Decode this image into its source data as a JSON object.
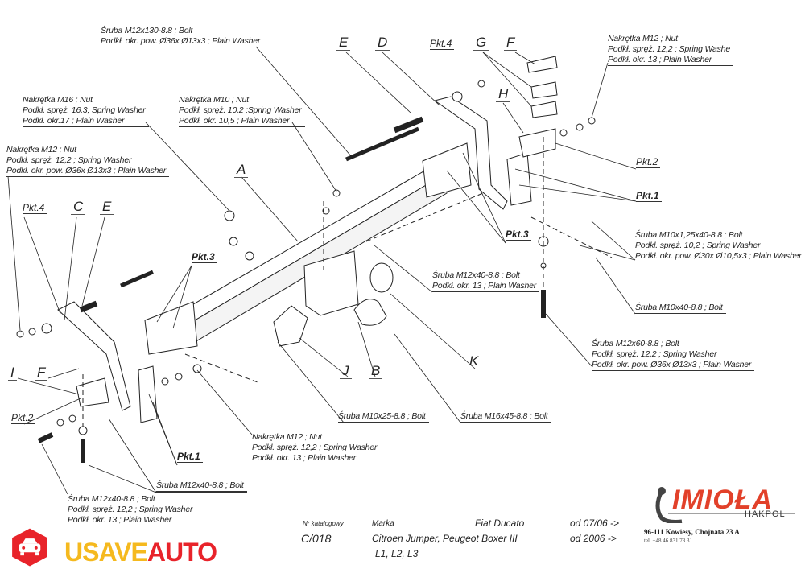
{
  "callouts": {
    "top_bolt": [
      "Śruba M12x130-8.8 ;  Bolt",
      "Podkł. okr. pow. Ø36x Ø13x3 ; Plain Washer"
    ],
    "nut_m16": [
      "Nakrętka  M16 ; Nut",
      "Podkł. spręż. 16,3; Spring Washer",
      "Podkł. okr.17 ; Plain Washer"
    ],
    "nut_m10": [
      "Nakrętka  M10 ; Nut",
      "Podkł. spręż. 10,2 ;Spring Washer",
      "Podkł. okr. 10,5 ; Plain Washer"
    ],
    "nut_m12_left": [
      "Nakrętka  M12 ; Nut",
      "Podkł. spręż. 12,2 ; Spring Washer",
      "Podkł. okr. pow.  Ø36x Ø13x3 ; Plain Washer"
    ],
    "nut_m12_right": [
      "Nakrętka  M12 ; Nut",
      "Podkł. spręż. 12,2 ; Spring Washe",
      "Podkł. okr. 13 ; Plain Washer"
    ],
    "bolt_m10x125": [
      "Śruba M10x1,25x40-8.8 ;  Bolt",
      "Podkł. spręż. 10,2 ; Spring Washer",
      "Podkł. okr. pow.  Ø30x Ø10,5x3 ; Plain Washer"
    ],
    "bolt_m10x40": [
      "Śruba M10x40-8.8 ;  Bolt"
    ],
    "bolt_m12x60": [
      "Śruba M12x60-8.8 ;  Bolt",
      "Podkł. spręż. 12,2 ; Spring Washer",
      "Podkł. okr. pow.  Ø36x Ø13x3 ; Plain Washer"
    ],
    "bolt_m12x40_center": [
      "Śruba M12x40-8.8 ;  Bolt",
      "Podkł. okr. 13 ; Plain Washer"
    ],
    "bolt_m10x25": [
      "Śruba M10x25-8.8 ;  Bolt"
    ],
    "bolt_m16x45": [
      "Śruba M16x45-8.8 ;  Bolt"
    ],
    "nut_m12_bottom": [
      "Nakrętka  M12 ; Nut",
      "Podkł. spręż. 12,2 ; Spring Washer",
      "Podkł. okr. 13 ; Plain Washer"
    ],
    "bolt_m12x40_bottom": [
      "Śruba M12x40-8.8 ;  Bolt"
    ],
    "bolt_m12x40_left": [
      "Śruba M12x40-8.8 ;  Bolt",
      "Podkł. spręż. 12,2 ; Spring Washer",
      "Podkł. okr. 13 ; Plain Washer"
    ]
  },
  "part_letters": {
    "A": "A",
    "B": "B",
    "C": "C",
    "D": "D",
    "E": "E",
    "F": "F",
    "G": "G",
    "H": "H",
    "I": "I",
    "J": "J",
    "K": "K"
  },
  "points": {
    "pkt1": "Pkt.1",
    "pkt2": "Pkt.2",
    "pkt3": "Pkt.3",
    "pkt4": "Pkt.4"
  },
  "footer": {
    "catalog_label": "Nr katalogowy",
    "catalog_no": "C/018",
    "make_label": "Marka",
    "model_1": "Fiat Ducato",
    "model_2": "Citroen Jumper, Peugeot Boxer III",
    "variants": "L1, L2, L3",
    "date_1": "od 07/06 ->",
    "date_2": "od 2006 ->"
  },
  "brand": {
    "logo": "IMIOŁA",
    "sub": "HAKPOL",
    "address": "96-111 Kowiesy, Chojnata 23 A",
    "phone": "tel. +48 46 831 73 31",
    "color": "#e2412a"
  },
  "watermark": {
    "part1": "USAVE",
    "part2": "AUTO",
    "color1": "#f5b91e",
    "color2": "#e8232a"
  }
}
